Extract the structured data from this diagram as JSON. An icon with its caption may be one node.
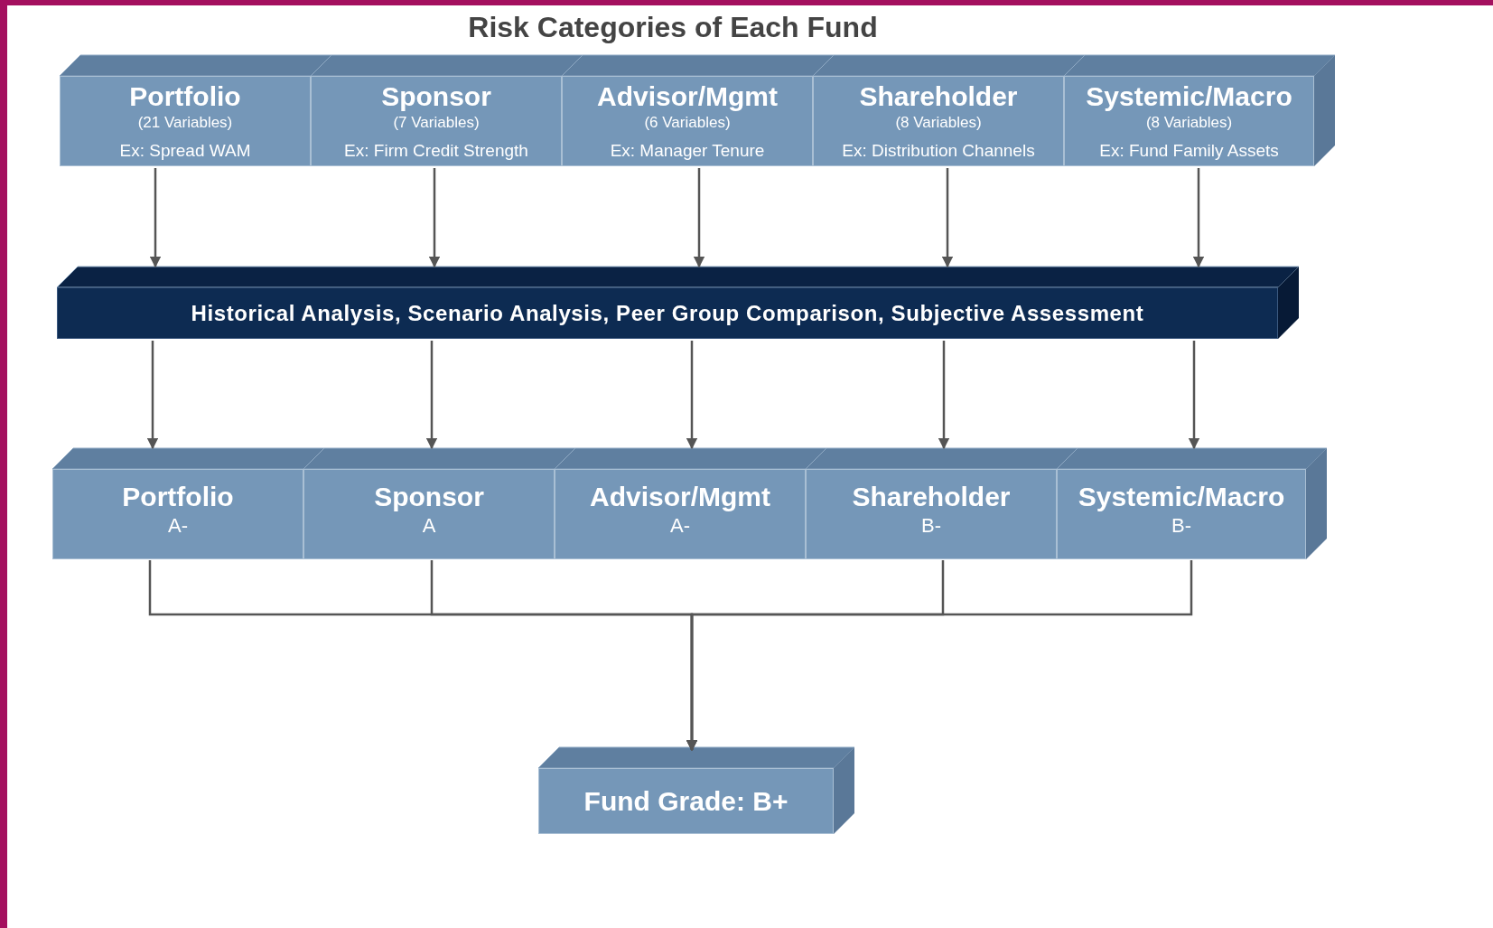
{
  "diagram": {
    "title": "Risk Categories of Each Fund",
    "nodes": [
      {
        "text": [
          "Portfolio",
          "(21 Variables)",
          "Ex: Spread WAM"
        ]
      },
      {
        "text": [
          "Sponsor",
          "(7 Variables)",
          "Ex: Firm Credit Strength"
        ]
      },
      {
        "text": [
          "Advisor/Mgmt",
          "(6 Variables)",
          "Ex: Manager Tenure"
        ]
      },
      {
        "text": [
          "Shareholder",
          "(8 Variables)",
          "Ex: Distribution Channels"
        ]
      },
      {
        "text": [
          "Systemic/Macro",
          "(8 Variables)",
          "Ex: Fund Family Assets"
        ]
      },
      {
        "text": [
          "Historical Analysis, Scenario Analysis, Peer Group Comparison, Subjective Assessment"
        ]
      },
      {
        "text": [
          "Portfolio",
          "A-"
        ]
      },
      {
        "text": [
          "Sponsor",
          "A"
        ]
      },
      {
        "text": [
          "Advisor/Mgmt",
          "A-"
        ]
      },
      {
        "text": [
          "Shareholder",
          "B-"
        ]
      },
      {
        "text": [
          "Systemic/Macro",
          "B-"
        ]
      },
      {
        "text": [
          "Fund Grade: B+"
        ]
      }
    ],
    "edges": [
      {
        "from": 0,
        "to": 5,
        "arrow": "to"
      },
      {
        "from": 1,
        "to": 5,
        "arrow": "to"
      },
      {
        "from": 2,
        "to": 5,
        "arrow": "to"
      },
      {
        "from": 3,
        "to": 5,
        "arrow": "to"
      },
      {
        "from": 4,
        "to": 5,
        "arrow": "to"
      },
      {
        "from": 5,
        "to": 6,
        "arrow": "to"
      },
      {
        "from": 5,
        "to": 7,
        "arrow": "to"
      },
      {
        "from": 5,
        "to": 8,
        "arrow": "to"
      },
      {
        "from": 5,
        "to": 9,
        "arrow": "to"
      },
      {
        "from": 5,
        "to": 10,
        "arrow": "to"
      },
      {
        "from": 6,
        "to": 11,
        "arrow": "to"
      },
      {
        "from": 7,
        "to": 11,
        "arrow": "to"
      },
      {
        "from": 9,
        "to": 11,
        "arrow": "to"
      },
      {
        "from": 10,
        "to": 11,
        "arrow": "to"
      }
    ]
  }
}
